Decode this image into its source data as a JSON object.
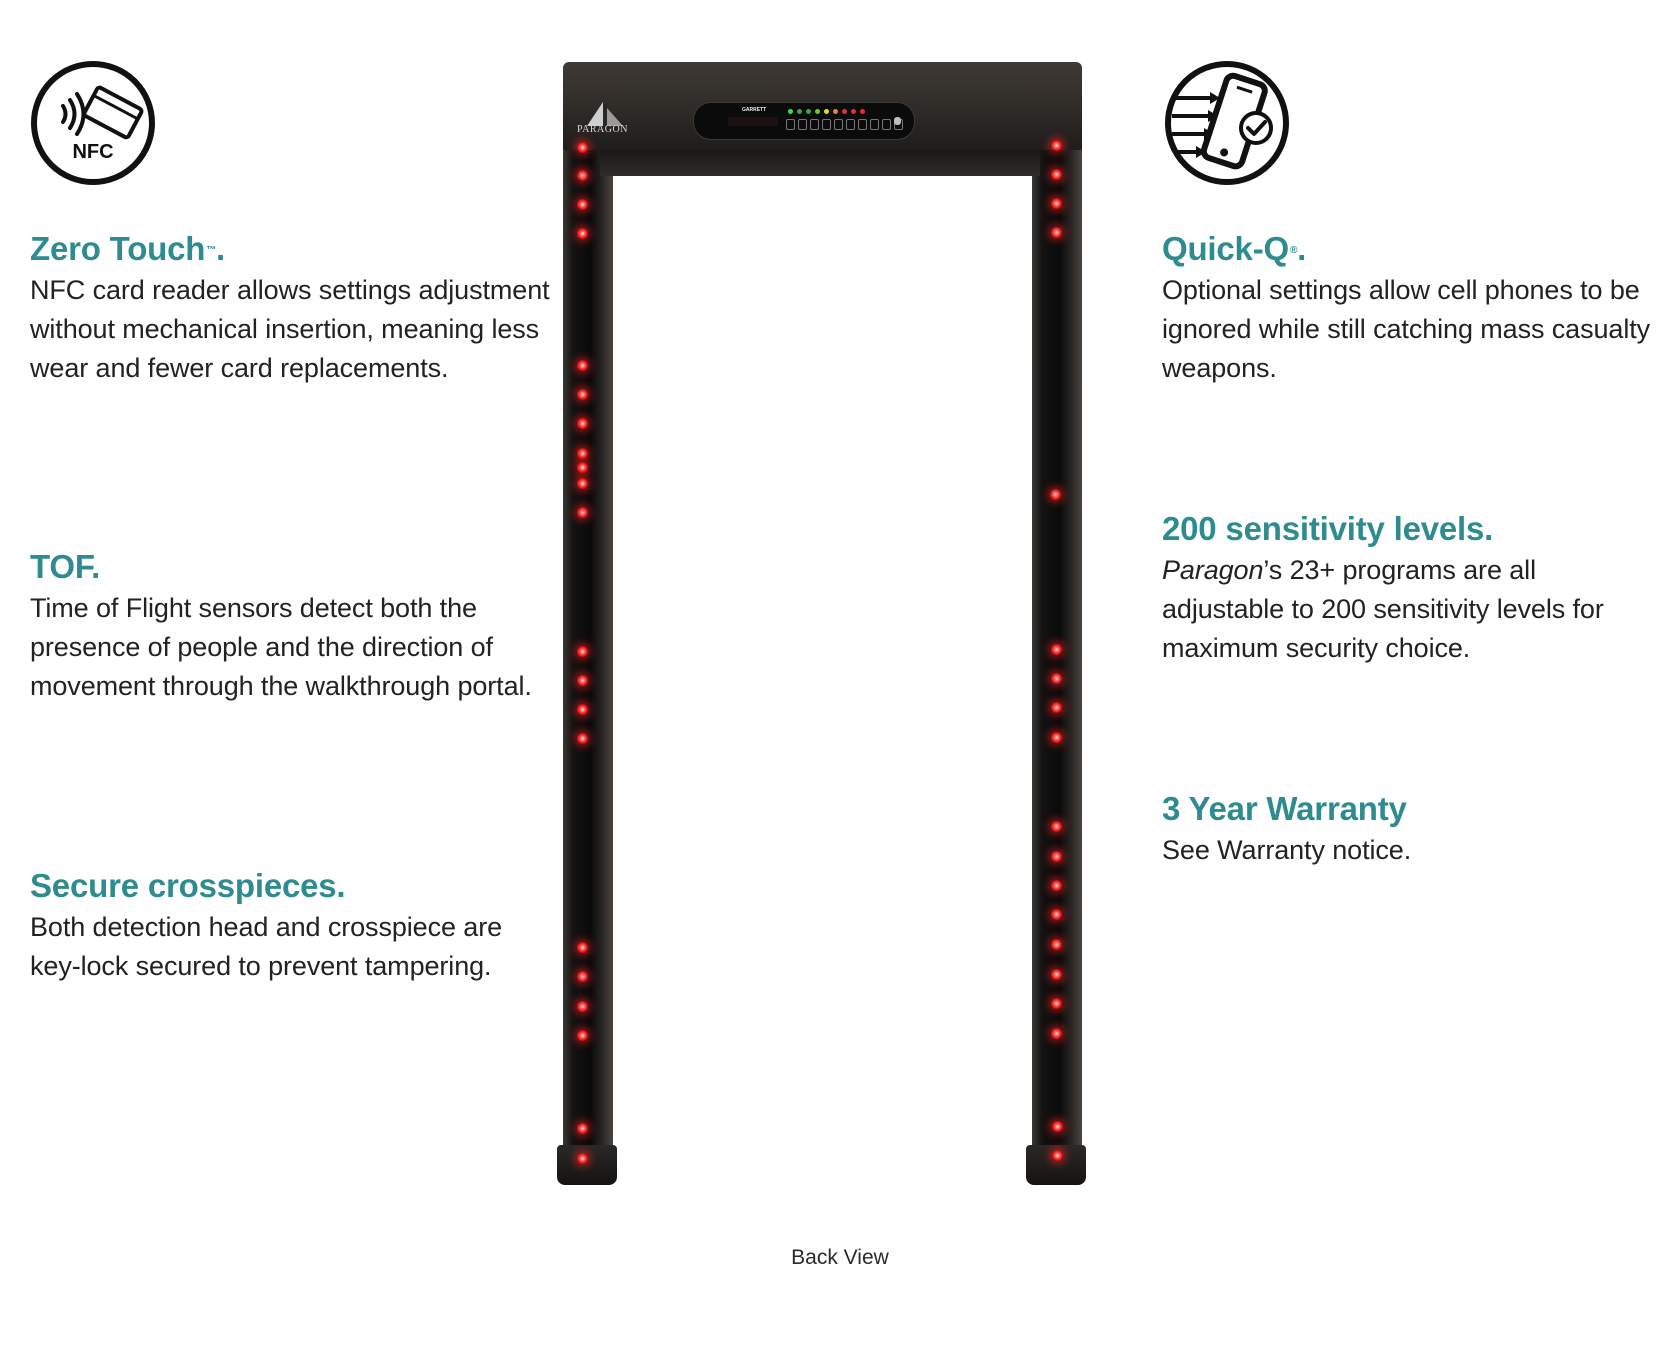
{
  "features_left": [
    {
      "icon": "nfc-card-icon",
      "title": "Zero Touch",
      "title_mark": "™",
      "title_suffix": ".",
      "body": "NFC card reader allows settings adjustment without mechanical insertion, meaning less wear and fewer card replacements."
    },
    {
      "title": "TOF.",
      "body": "Time of Flight sensors detect both the presence of people and the direction of movement through the walkthrough portal."
    },
    {
      "title": "Secure crosspieces.",
      "body": "Both detection head and crosspiece are key-lock secured to prevent tampering."
    }
  ],
  "features_right": [
    {
      "icon": "phone-check-icon",
      "title": "Quick-Q",
      "title_mark": "®",
      "title_suffix": ".",
      "body": "Optional settings allow cell phones to be ignored while still catching mass casualty weapons."
    },
    {
      "title": "200 sensitivity levels.",
      "body_italic": "Paragon",
      "body": "’s 23+ programs are all adjustable to 200 sensitivity levels for maximum security choice."
    },
    {
      "title": "3 Year Warranty",
      "body": "See Warranty notice."
    }
  ],
  "product": {
    "brand_label": "PARAGON",
    "panel_brand": "GARRETT",
    "caption": "Back View"
  },
  "icons": {
    "nfc_label": "NFC"
  },
  "colors": {
    "heading": "#2e8b8f",
    "body_text": "#222222",
    "led": "#ff2b2b",
    "frame": "#1c1a19"
  }
}
